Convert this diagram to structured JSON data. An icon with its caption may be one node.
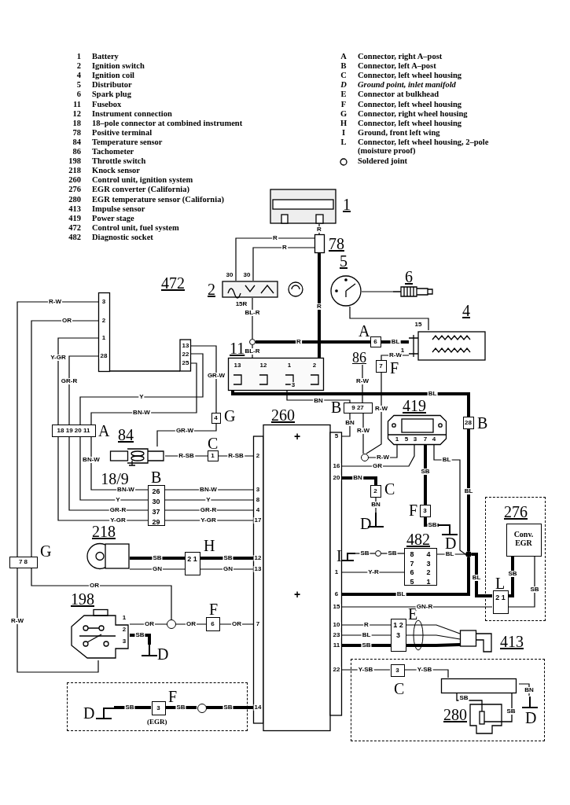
{
  "diagram": {
    "nodes": [
      {
        "text": [
          "1"
        ]
      },
      {
        "text": [
          "78"
        ]
      },
      {
        "text": [
          "2"
        ]
      },
      {
        "text": [
          "11"
        ]
      },
      {
        "text": [
          "472"
        ]
      },
      {
        "text": [
          "6"
        ],
        "beside": [
          "A"
        ]
      },
      {
        "text": [
          "5"
        ]
      },
      {
        "text": [
          "6"
        ]
      },
      {
        "text": [
          "4"
        ]
      },
      {
        "text": [
          "86"
        ]
      },
      {
        "text": [
          "7"
        ],
        "beside": [
          "F"
        ]
      },
      {
        "text": [
          "9 27"
        ],
        "beside": [
          "B"
        ]
      },
      {
        "text": [
          "260"
        ]
      },
      {
        "text": [
          "419"
        ]
      },
      {
        "text": [
          "28"
        ],
        "beside": [
          "B"
        ]
      },
      {
        "text": [
          "4"
        ],
        "beside": [
          "G"
        ]
      },
      {
        "text": [
          "18 19 20 11"
        ],
        "beside": [
          "A"
        ]
      },
      {
        "text": [
          "84"
        ]
      },
      {
        "text": [
          "1"
        ],
        "beside": [
          "C"
        ]
      },
      {
        "text": [
          "26 30 37 29"
        ],
        "beside": [
          "B"
        ]
      },
      {
        "text": [
          "218"
        ]
      },
      {
        "text": [
          "2 1"
        ],
        "beside": [
          "H"
        ]
      },
      {
        "text": [
          "7 8"
        ],
        "beside": [
          "G"
        ]
      },
      {
        "text": [
          "198"
        ]
      },
      {
        "text": [
          "6"
        ],
        "beside": [
          "F"
        ]
      },
      {
        "text": [],
        "shape": "circle"
      },
      {
        "text": [
          "2"
        ],
        "beside": [
          "C"
        ]
      },
      {
        "text": [
          "D"
        ]
      },
      {
        "text": [
          "3"
        ],
        "beside": [
          "F"
        ]
      },
      {
        "text": [
          "D"
        ]
      },
      {
        "text": [
          "482",
          "8 7 6 5",
          "4 3 2 1"
        ]
      },
      {
        "text": [
          "I"
        ]
      },
      {
        "text": [],
        "shape": "circle"
      },
      {
        "text": [
          "276"
        ]
      },
      {
        "text": [
          "Conv. EGR"
        ],
        "in": 33
      },
      {
        "text": [
          "2 1"
        ],
        "beside": [
          "L"
        ],
        "in": 33
      },
      {
        "text": [
          "1 2 3"
        ],
        "beside": [
          "E"
        ]
      },
      {
        "text": [
          "413"
        ]
      },
      {
        "text": [],
        "shape": "box"
      },
      {
        "text": [
          "3"
        ],
        "beside": [
          "C"
        ],
        "in": 38
      },
      {
        "text": [
          "280"
        ],
        "in": 38
      },
      {
        "text": [
          "D"
        ],
        "in": 38
      },
      {
        "text": [],
        "shape": "box"
      },
      {
        "text": [
          "D"
        ],
        "in": 42
      },
      {
        "text": [
          "3"
        ],
        "beside": [
          "F",
          "(EGR)"
        ],
        "in": 42
      },
      {
        "text": [],
        "shape": "circle",
        "in": 42
      },
      {
        "text": [
          "D"
        ]
      },
      {
        "text": [],
        "shape": "circle"
      },
      {
        "text": [],
        "shape": "circle"
      },
      {
        "text": [],
        "shape": "circle"
      }
    ],
    "edges": [
      {
        "from": 0,
        "to": 1,
        "arrow": "none",
        "label": "R"
      },
      {
        "from": 1,
        "to": 2,
        "arrow": "none",
        "label": "R"
      },
      {
        "from": 1,
        "to": 2,
        "arrow": "none",
        "label": "R"
      },
      {
        "from": 1,
        "to": 3,
        "arrow": "none",
        "label": "R",
        "style": "thick"
      },
      {
        "from": 2,
        "to": 48,
        "arrow": "none",
        "label": "BL-R"
      },
      {
        "from": 48,
        "to": 3,
        "arrow": "none",
        "label": "BL-R"
      },
      {
        "from": 48,
        "to": 5,
        "arrow": "none",
        "label": "R",
        "style": "thick"
      },
      {
        "from": 5,
        "to": 8,
        "arrow": "none",
        "label": "BL",
        "style": "thick"
      },
      {
        "from": 6,
        "to": 7,
        "arrow": "none"
      },
      {
        "from": 6,
        "to": 8,
        "arrow": "none"
      },
      {
        "from": 8,
        "to": 10,
        "arrow": "none",
        "label": "R-W"
      },
      {
        "from": 10,
        "to": 47,
        "arrow": "none",
        "label": "R-W"
      },
      {
        "from": 9,
        "to": 11,
        "arrow": "none",
        "label": "R-W"
      },
      {
        "from": 3,
        "to": 11,
        "arrow": "none",
        "label": "BN"
      },
      {
        "from": 11,
        "to": 47,
        "arrow": "none",
        "label": "R-W"
      },
      {
        "from": 11,
        "to": 12,
        "arrow": "none",
        "label": "BN"
      },
      {
        "from": 3,
        "to": 14,
        "arrow": "none",
        "label": "BL",
        "style": "thick"
      },
      {
        "from": 4,
        "to": 22,
        "arrow": "none",
        "label": "R-W"
      },
      {
        "from": 4,
        "to": 22,
        "arrow": "none",
        "label": "OR"
      },
      {
        "from": 4,
        "to": 16,
        "arrow": "none",
        "label": "Y-GR"
      },
      {
        "from": 4,
        "to": 16,
        "arrow": "none",
        "label": "GR-R"
      },
      {
        "from": 4,
        "to": 16,
        "arrow": "none",
        "label": "Y"
      },
      {
        "from": 4,
        "to": 16,
        "arrow": "none",
        "label": "BN-W"
      },
      {
        "from": 4,
        "to": 15,
        "arrow": "none",
        "label": "GR-W"
      },
      {
        "from": 15,
        "to": 17,
        "arrow": "none",
        "label": "GR-W"
      },
      {
        "from": 17,
        "to": 18,
        "arrow": "none",
        "label": "R-SB"
      },
      {
        "from": 18,
        "to": 12,
        "arrow": "none",
        "label": "R-SB"
      },
      {
        "from": 16,
        "to": 19,
        "arrow": "none",
        "label": "BN-W"
      },
      {
        "from": 16,
        "to": 19,
        "arrow": "none",
        "label": "Y"
      },
      {
        "from": 16,
        "to": 19,
        "arrow": "none",
        "label": "GR-R"
      },
      {
        "from": 16,
        "to": 19,
        "arrow": "none",
        "label": "Y-GR"
      },
      {
        "from": 19,
        "to": 12,
        "arrow": "none",
        "label": "BN-W"
      },
      {
        "from": 19,
        "to": 12,
        "arrow": "none",
        "label": "Y"
      },
      {
        "from": 19,
        "to": 12,
        "arrow": "none",
        "label": "GR-R"
      },
      {
        "from": 19,
        "to": 12,
        "arrow": "none",
        "label": "Y-GR"
      },
      {
        "from": 20,
        "to": 21,
        "arrow": "none",
        "label": "SB",
        "style": "thick"
      },
      {
        "from": 20,
        "to": 21,
        "arrow": "none",
        "label": "GN"
      },
      {
        "from": 21,
        "to": 12,
        "arrow": "none",
        "label": "SB",
        "style": "thick"
      },
      {
        "from": 21,
        "to": 12,
        "arrow": "none",
        "label": "GN"
      },
      {
        "from": 22,
        "to": 23,
        "arrow": "none",
        "label": "R-W"
      },
      {
        "from": 22,
        "to": 25,
        "arrow": "none",
        "label": "OR"
      },
      {
        "from": 23,
        "to": 25,
        "arrow": "none",
        "label": "OR"
      },
      {
        "from": 25,
        "to": 24,
        "arrow": "none",
        "label": "OR"
      },
      {
        "from": 24,
        "to": 12,
        "arrow": "none",
        "label": "OR"
      },
      {
        "from": 23,
        "to": 46,
        "arrow": "none",
        "label": "SB",
        "style": "thick"
      },
      {
        "from": 12,
        "to": 13,
        "arrow": "none",
        "label": "GR"
      },
      {
        "from": 47,
        "to": 13,
        "arrow": "none",
        "label": "R-W"
      },
      {
        "from": 12,
        "to": 26,
        "arrow": "none",
        "label": "BN",
        "style": "thick"
      },
      {
        "from": 26,
        "to": 27,
        "arrow": "none",
        "label": "BN"
      },
      {
        "from": 13,
        "to": 28,
        "arrow": "none",
        "label": "SB",
        "style": "thick"
      },
      {
        "from": 28,
        "to": 29,
        "arrow": "none",
        "label": "SB",
        "style": "thick"
      },
      {
        "from": 31,
        "to": 32,
        "arrow": "none",
        "label": "SB"
      },
      {
        "from": 32,
        "to": 30,
        "arrow": "none",
        "label": "SB"
      },
      {
        "from": 12,
        "to": 30,
        "arrow": "none",
        "label": "Y-R"
      },
      {
        "from": 30,
        "to": 49,
        "arrow": "none",
        "label": "BL"
      },
      {
        "from": 14,
        "to": 49,
        "arrow": "none",
        "label": "BL",
        "style": "thick"
      },
      {
        "from": 13,
        "to": 49,
        "arrow": "none",
        "label": "BL"
      },
      {
        "from": 12,
        "to": 49,
        "arrow": "none",
        "label": "BL",
        "style": "thick"
      },
      {
        "from": 49,
        "to": 35,
        "arrow": "none",
        "label": "BL",
        "style": "thick"
      },
      {
        "from": 12,
        "to": 35,
        "arrow": "none",
        "label": "GN-R"
      },
      {
        "from": 35,
        "to": 34,
        "arrow": "none",
        "label": "SB",
        "style": "thick"
      },
      {
        "from": 35,
        "to": 34,
        "arrow": "none",
        "label": "SB"
      },
      {
        "from": 12,
        "to": 36,
        "arrow": "none",
        "label": "R"
      },
      {
        "from": 12,
        "to": 36,
        "arrow": "none",
        "label": "BL"
      },
      {
        "from": 12,
        "to": 36,
        "arrow": "none",
        "label": "SB",
        "style": "thick"
      },
      {
        "from": 36,
        "to": 37,
        "arrow": "none"
      },
      {
        "from": 36,
        "to": 37,
        "arrow": "none"
      },
      {
        "from": 36,
        "to": 37,
        "arrow": "none",
        "style": "thick"
      },
      {
        "from": 12,
        "to": 39,
        "arrow": "none",
        "label": "Y-SB"
      },
      {
        "from": 39,
        "to": 40,
        "arrow": "none",
        "label": "Y-SB"
      },
      {
        "from": 40,
        "to": 41,
        "arrow": "none",
        "label": "BN"
      },
      {
        "from": 12,
        "to": 45,
        "arrow": "none",
        "label": "SB",
        "style": "thick"
      },
      {
        "from": 45,
        "to": 44,
        "arrow": "none",
        "label": "SB",
        "style": "thick"
      },
      {
        "from": 44,
        "to": 43,
        "arrow": "none",
        "label": "SB",
        "style": "thick"
      }
    ],
    "labels": [
      "1",
      "Battery",
      "2",
      "Ignition switch",
      "4",
      "Ignition coil",
      "5",
      "Distributor",
      "6",
      "Spark plug",
      "11",
      "Fusebox",
      "12",
      "Instrument connection",
      "18",
      "18–pole connector at combined instrument",
      "78",
      "Positive terminal",
      "84",
      "Temperature sensor",
      "86",
      "Tachometer",
      "198",
      "Throttle switch",
      "218",
      "Knock sensor",
      "260",
      "Control unit, ignition system",
      "276",
      "EGR converter (California)",
      "280",
      "EGR temperature sensor (California)",
      "413",
      "Impulse sensor",
      "419",
      "Power stage",
      "472",
      "Control unit, fuel system",
      "482",
      "Diagnostic socket",
      "A",
      "Connector, right A–post",
      "B",
      "Connector, left A–post",
      "C",
      "Connector, left wheel housing",
      "D",
      "Ground point, inlet manifold",
      "E",
      "Connector at bulkhead",
      "F",
      "Connector, left wheel housing",
      "G",
      "Connector, right wheel housing",
      "H",
      "Connector, left wheel housing",
      "I",
      "Ground, front left wing",
      "L",
      "Connector, left wheel housing, 2–pole (moisture proof)",
      "3",
      "2",
      "1",
      "28",
      "13",
      "22",
      "25",
      "30",
      "30",
      "15R",
      "13",
      "12",
      "1",
      "2",
      "3",
      "15",
      "1",
      "1",
      "5",
      "3",
      "7",
      "4",
      "2",
      "3",
      "8",
      "4",
      "17",
      "12",
      "13",
      "7",
      "14",
      "5",
      "16",
      "20",
      "1",
      "6",
      "15",
      "10",
      "23",
      "11",
      "22",
      "+",
      "+",
      "1",
      "2",
      "3",
      "SB",
      "SB",
      "BN-W",
      "18/9"
    ],
    "legend": [
      {
        "text": "Soldered joint"
      }
    ]
  }
}
